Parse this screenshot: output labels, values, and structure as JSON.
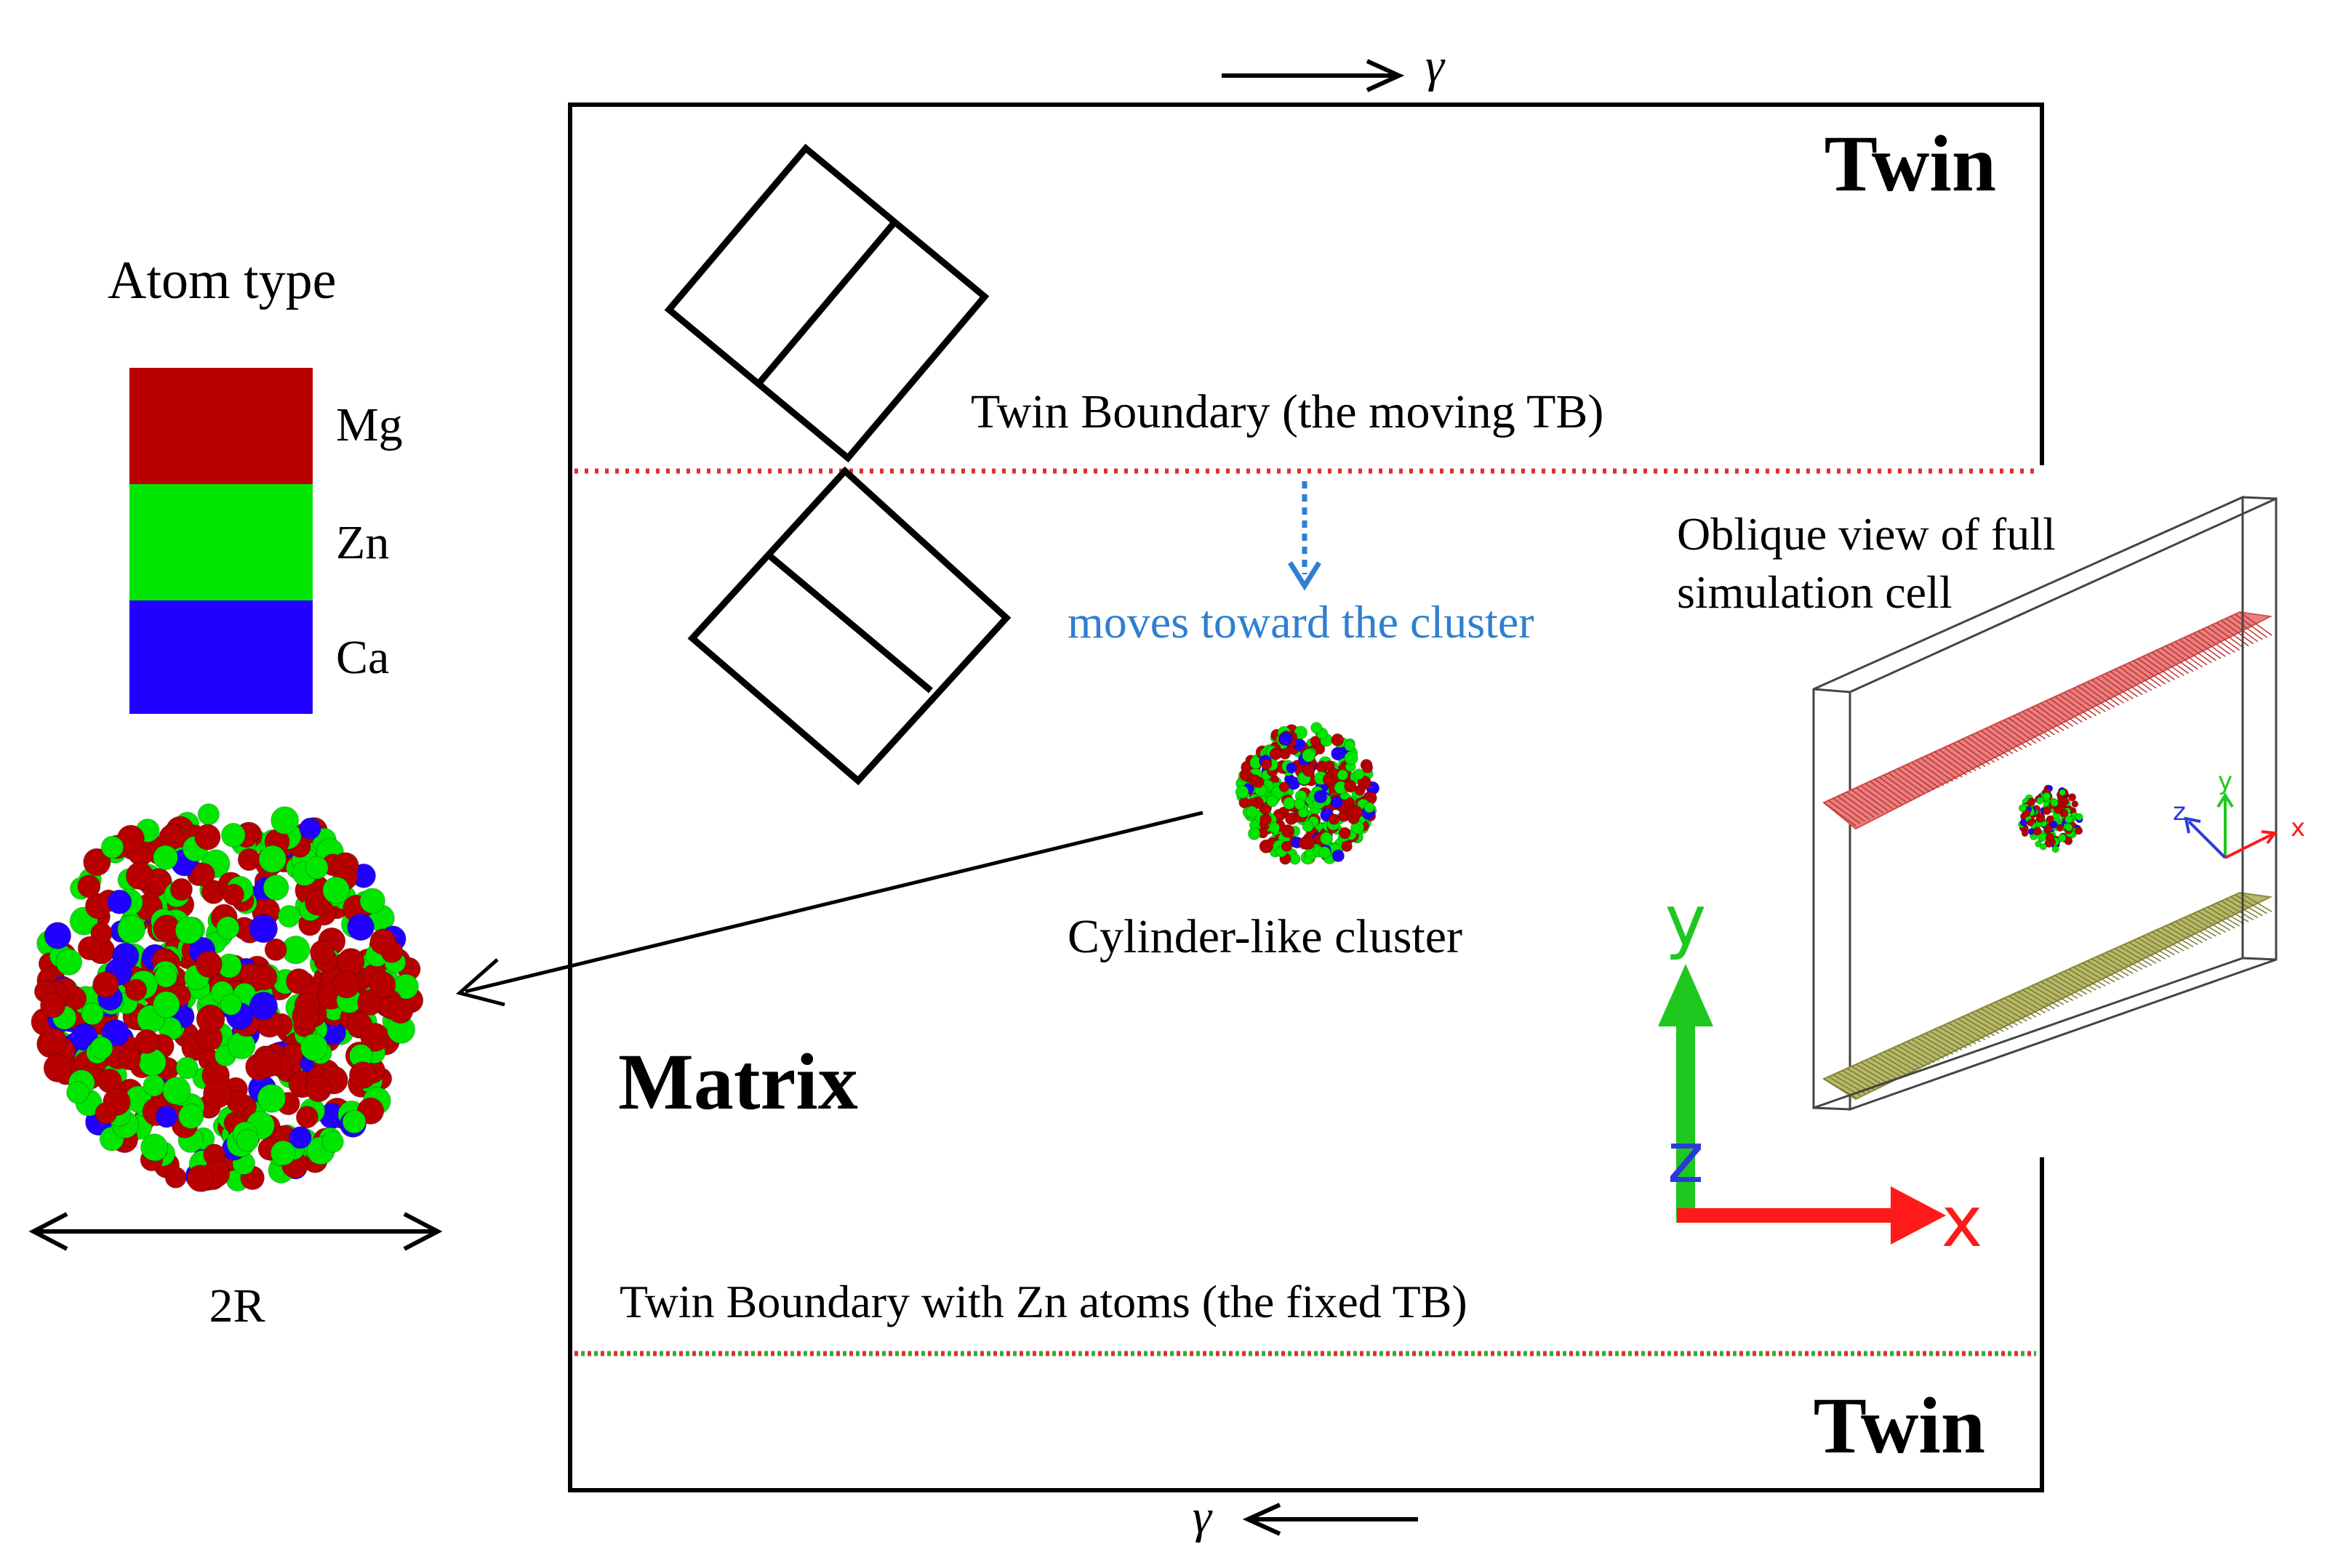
{
  "shear": {
    "top_label": "γ",
    "bottom_label": "γ"
  },
  "regions": {
    "twin_top": "Twin",
    "twin_bottom": "Twin",
    "matrix": "Matrix"
  },
  "boundaries": {
    "moving_tb": "Twin Boundary (the moving TB)",
    "moving_tb_note": "moves toward the cluster",
    "fixed_tb": "Twin Boundary with Zn atoms (the fixed TB)"
  },
  "cluster": {
    "label": "Cylinder-like cluster",
    "size_label": "2R"
  },
  "legend": {
    "title": "Atom type",
    "items": [
      {
        "label": "Mg",
        "color": "#b80000"
      },
      {
        "label": "Zn",
        "color": "#00e600"
      },
      {
        "label": "Ca",
        "color": "#2200ff"
      }
    ]
  },
  "oblique": {
    "caption_line1": "Oblique view of full",
    "caption_line2": "simulation cell",
    "axis_x": "x",
    "axis_y": "y",
    "axis_z": "z"
  },
  "axes": {
    "x": "x",
    "y": "y",
    "z": "z"
  },
  "colors": {
    "mg": "#b80000",
    "zn": "#00e600",
    "ca": "#2200ff",
    "note_blue": "#2f7fd0",
    "tb_red": "#e03030",
    "tb_green": "#30b030",
    "axis_x": "#ff1a1a",
    "axis_y": "#1ec81e",
    "axis_z": "#2a3ad8"
  }
}
